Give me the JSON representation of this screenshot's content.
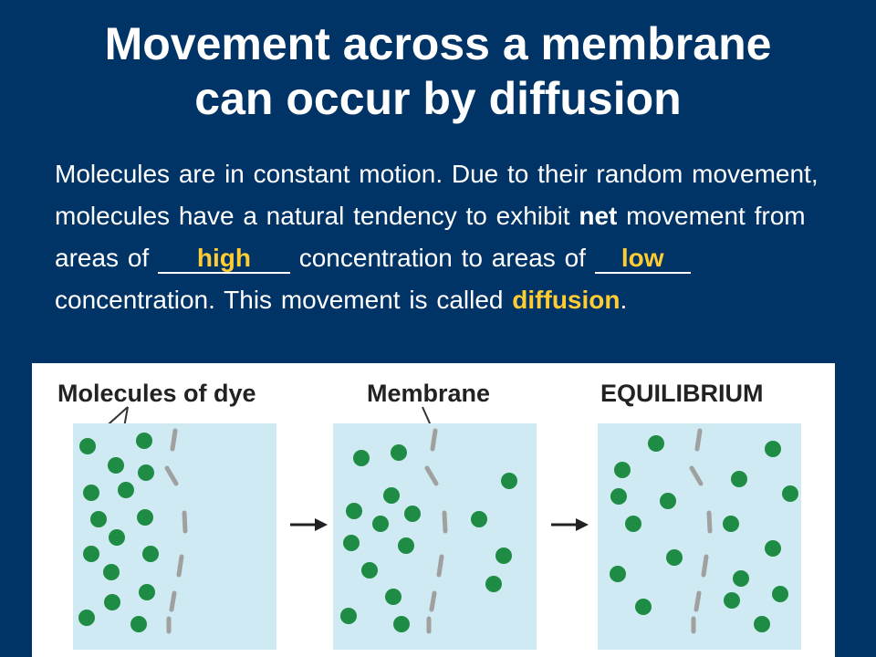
{
  "slide": {
    "title_line1": "Movement across a membrane",
    "title_line2": "can occur by diffusion",
    "para": {
      "p1": "Molecules are in constant motion.  Due to their random movement, molecules have a natural tendency to exhibit ",
      "net": "net",
      "p2": " movement from areas of ",
      "blank1": "high",
      "p3": " concentration to areas of ",
      "blank2": "low",
      "p4": " concentration.  This movement is called ",
      "diffusion": "diffusion",
      "p5": "."
    }
  },
  "figure": {
    "labels": {
      "dye": "Molecules of dye",
      "membrane": "Membrane",
      "equilibrium": "EQUILIBRIUM"
    }
  },
  "colors": {
    "background": "#003366",
    "highlight": "#ffcc33",
    "chamber": "#cfeaf2",
    "molecule": "#1e8c44",
    "membrane": "#a0a0a0"
  }
}
